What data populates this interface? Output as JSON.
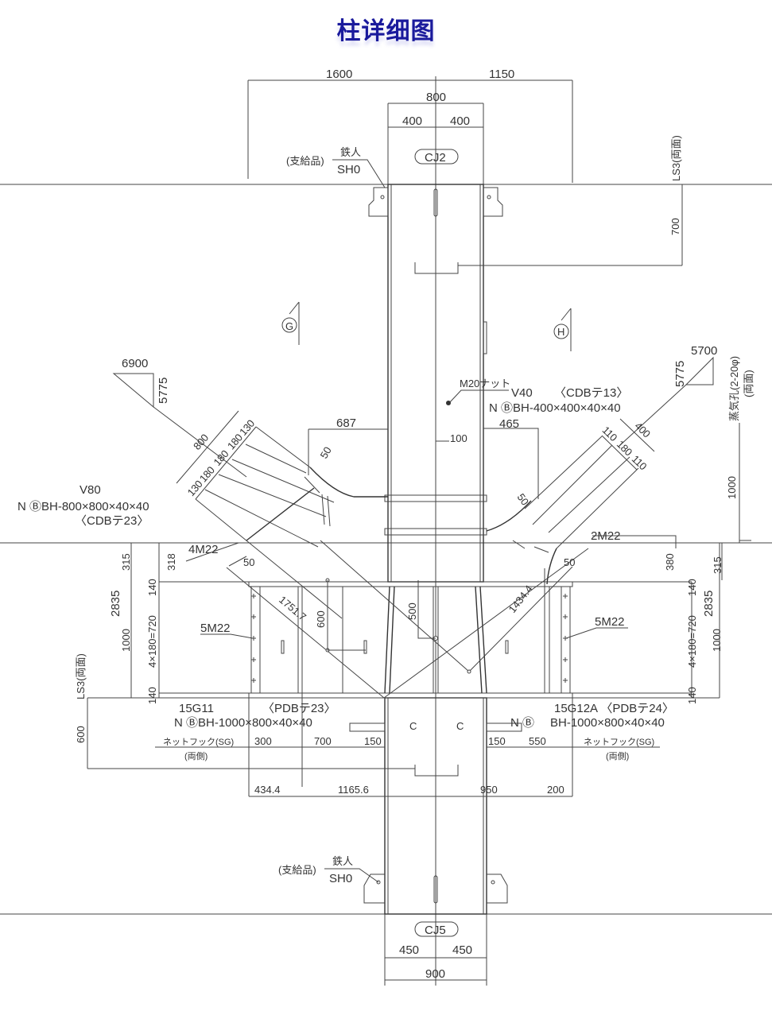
{
  "title": "柱详细图",
  "top_dims": {
    "left": "1600",
    "right": "1150",
    "width": "800",
    "half_left": "400",
    "half_right": "400"
  },
  "top_support": {
    "supplied": "(支給品)",
    "name": "鉄人",
    "code": "SH0"
  },
  "top_tag": "CJ2",
  "bottom_tag": "CJ5",
  "right_level": {
    "label": "LS3(両面)",
    "dim": "700"
  },
  "grid": {
    "left": "G",
    "right": "H"
  },
  "left_brace": {
    "slope_h": "6900",
    "slope_v": "5775",
    "width": "800",
    "pitches": [
      "130",
      "180",
      "180",
      "180",
      "130"
    ],
    "name": "V80",
    "section": "N ⒷBH-800×800×40×40",
    "ref": "〈CDBテ23〉",
    "bolts": "4M22",
    "offset": "687",
    "dim_315": "315",
    "dim_318": "318",
    "dim_50": "50"
  },
  "right_brace": {
    "nut": "M20ナット",
    "name": "V40",
    "ref": "〈CDBテ13〉",
    "section": "N ⒷBH-400×400×40×40",
    "offset": "465",
    "dim_100": "100",
    "slope_h": "5700",
    "slope_v": "5775",
    "pitches": [
      "110",
      "180",
      "110"
    ],
    "width": "400",
    "dim_50": "50",
    "bolts": "2M22",
    "dim_380": "380",
    "dim_315": "315",
    "dim_1000": "1000",
    "vent": "蒸気孔(2-20φ)",
    "vent_sides": "(両面)"
  },
  "beam": {
    "left_50": "50",
    "right_50": "50",
    "left_2835": "2835",
    "right_2835": "2835",
    "left_1000": "1000",
    "right_1000": "1000",
    "left_140_top": "140",
    "left_140_bot": "140",
    "right_140_top": "140",
    "right_140_bot": "140",
    "left_pitch": "4×180=720",
    "right_pitch": "4×180=720",
    "left_bolts": "5M22",
    "right_bolts": "5M22",
    "dim_500": "500",
    "dim_600": "600",
    "diag_left": "1751.7",
    "diag_right": "1434.4",
    "left_level": "LS3(両面)",
    "left_600": "600"
  },
  "bottom": {
    "left_mark": "15G11",
    "left_ref": "〈PDBテ23〉",
    "left_section": "N ⒷBH-1000×800×40×40",
    "right_mark": "15G12A 〈PDBテ24〉",
    "right_prefix": "N Ⓑ",
    "right_section": "BH-1000×800×40×40",
    "hook_left": "ネットフック(SG)",
    "hook_left_sides": "(両側)",
    "hook_right": "ネットフック(SG)",
    "hook_right_sides": "(両側)",
    "d300": "300",
    "d700": "700",
    "d150a": "150",
    "d150b": "150",
    "d550": "550",
    "d434": "434.4",
    "d1165": "1165.6",
    "d950": "950",
    "d200": "200",
    "c_left": "C",
    "c_right": "C"
  },
  "bottom_support": {
    "supplied": "(支給品)",
    "name": "鉄人",
    "code": "SH0",
    "half_left": "450",
    "half_right": "450",
    "width": "900"
  }
}
